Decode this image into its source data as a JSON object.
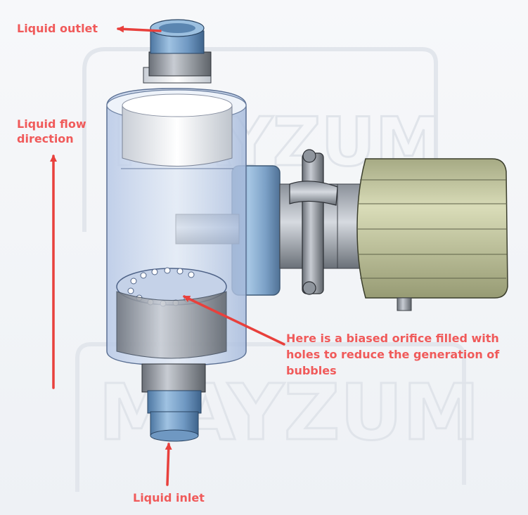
{
  "labels": {
    "outlet": "Liquid outlet",
    "flow_line1": "Liquid flow",
    "flow_line2": "direction",
    "orifice": "Here is a biased orifice filled with holes to reduce the generation of bubbles",
    "inlet": "Liquid inlet"
  },
  "watermark": "MAYZUM",
  "colors": {
    "annotation": "#f05a5a",
    "arrow": "#e8403c",
    "body_glass": "#a9bfe0",
    "fitting_blue": "#7ea4c9",
    "motor_olive": "#c5c9a0"
  }
}
